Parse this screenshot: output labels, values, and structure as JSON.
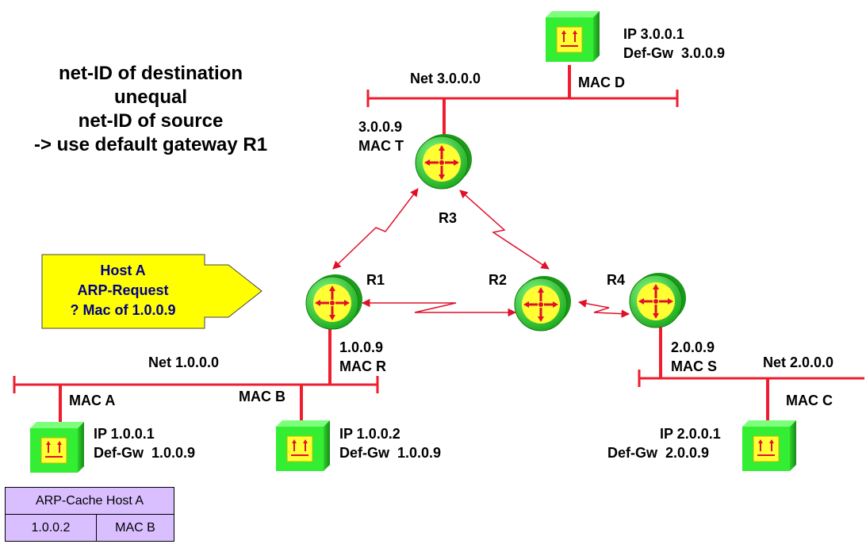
{
  "headline": {
    "lines": [
      "net-ID of destination",
      "unequal",
      "net-ID of source",
      "-> use default gateway R1"
    ]
  },
  "callout": {
    "lines": [
      "Host A",
      "ARP-Request",
      "? Mac of 1.0.0.9"
    ]
  },
  "networks": {
    "net1": "Net 1.0.0.0",
    "net2": "Net 2.0.0.0",
    "net3": "Net 3.0.0.0"
  },
  "routers": {
    "r1": {
      "label": "R1",
      "ip": "1.0.0.9",
      "mac": "MAC R"
    },
    "r2": {
      "label": "R2"
    },
    "r3": {
      "label": "R3",
      "ip": "3.0.0.9",
      "mac": "MAC T"
    },
    "r4": {
      "label": "R4",
      "ip": "2.0.0.9",
      "mac": "MAC S"
    }
  },
  "hosts": {
    "a": {
      "mac": "MAC A",
      "ip": "IP 1.0.0.1",
      "gw": "Def-Gw  1.0.0.9"
    },
    "b": {
      "mac": "MAC B",
      "ip": "IP 1.0.0.2",
      "gw": "Def-Gw  1.0.0.9"
    },
    "c": {
      "mac": "MAC C",
      "ip": "IP 2.0.0.1",
      "gw": "Def-Gw  2.0.0.9"
    },
    "d": {
      "mac": "MAC D",
      "ip": "IP 3.0.0.1",
      "gw": "Def-Gw  3.0.0.9"
    }
  },
  "arp_cache": {
    "title": "ARP-Cache Host A",
    "ip": "1.0.0.2",
    "mac": "MAC B"
  },
  "colors": {
    "network": "#ef1d2d",
    "router_ring": "#22bb22",
    "router_face": "#ffff00",
    "host_body": "#33ee33",
    "callout_fill": "#ffff00",
    "callout_text": "#00008b",
    "table_fill": "#d9bfff"
  }
}
